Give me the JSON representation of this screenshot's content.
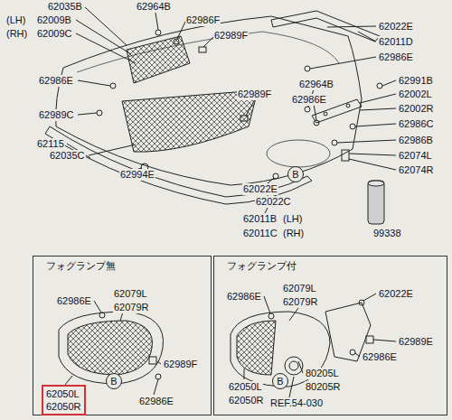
{
  "diagram": {
    "nodes": [
      {
        "text": [
          "B"
        ]
      },
      {
        "text": [
          "フォグランプ無"
        ]
      },
      {
        "text": [
          "B"
        ],
        "in": 1
      },
      {
        "text": [
          "62050L",
          "62050R"
        ],
        "in": 1
      },
      {
        "text": [
          "フォグランプ付"
        ]
      },
      {
        "text": [
          "B"
        ],
        "in": 4
      }
    ],
    "labels": [
      "62035B",
      "(LH)",
      "62009B",
      "(RH)",
      "62009C",
      "62964B",
      "62986F",
      "62989F",
      "62022E",
      "62011D",
      "62986E",
      "62986E",
      "62989F",
      "62964B",
      "62991B",
      "62002L",
      "62986E",
      "62002R",
      "62989C",
      "62986C",
      "62986B",
      "62115",
      "62035C",
      "62074L",
      "62074R",
      "62994E",
      "62022E",
      "62022C",
      "62011B",
      "(LH)",
      "62011C",
      "(RH)",
      "99338",
      "62986E",
      "62079L",
      "62079R",
      "62989F",
      "62986E",
      "62986E",
      "62079L",
      "62079R",
      "62022E",
      "62989E",
      "62986E",
      "80205L",
      "80205R",
      "62050L",
      "62050R",
      "REF.54-030"
    ]
  }
}
